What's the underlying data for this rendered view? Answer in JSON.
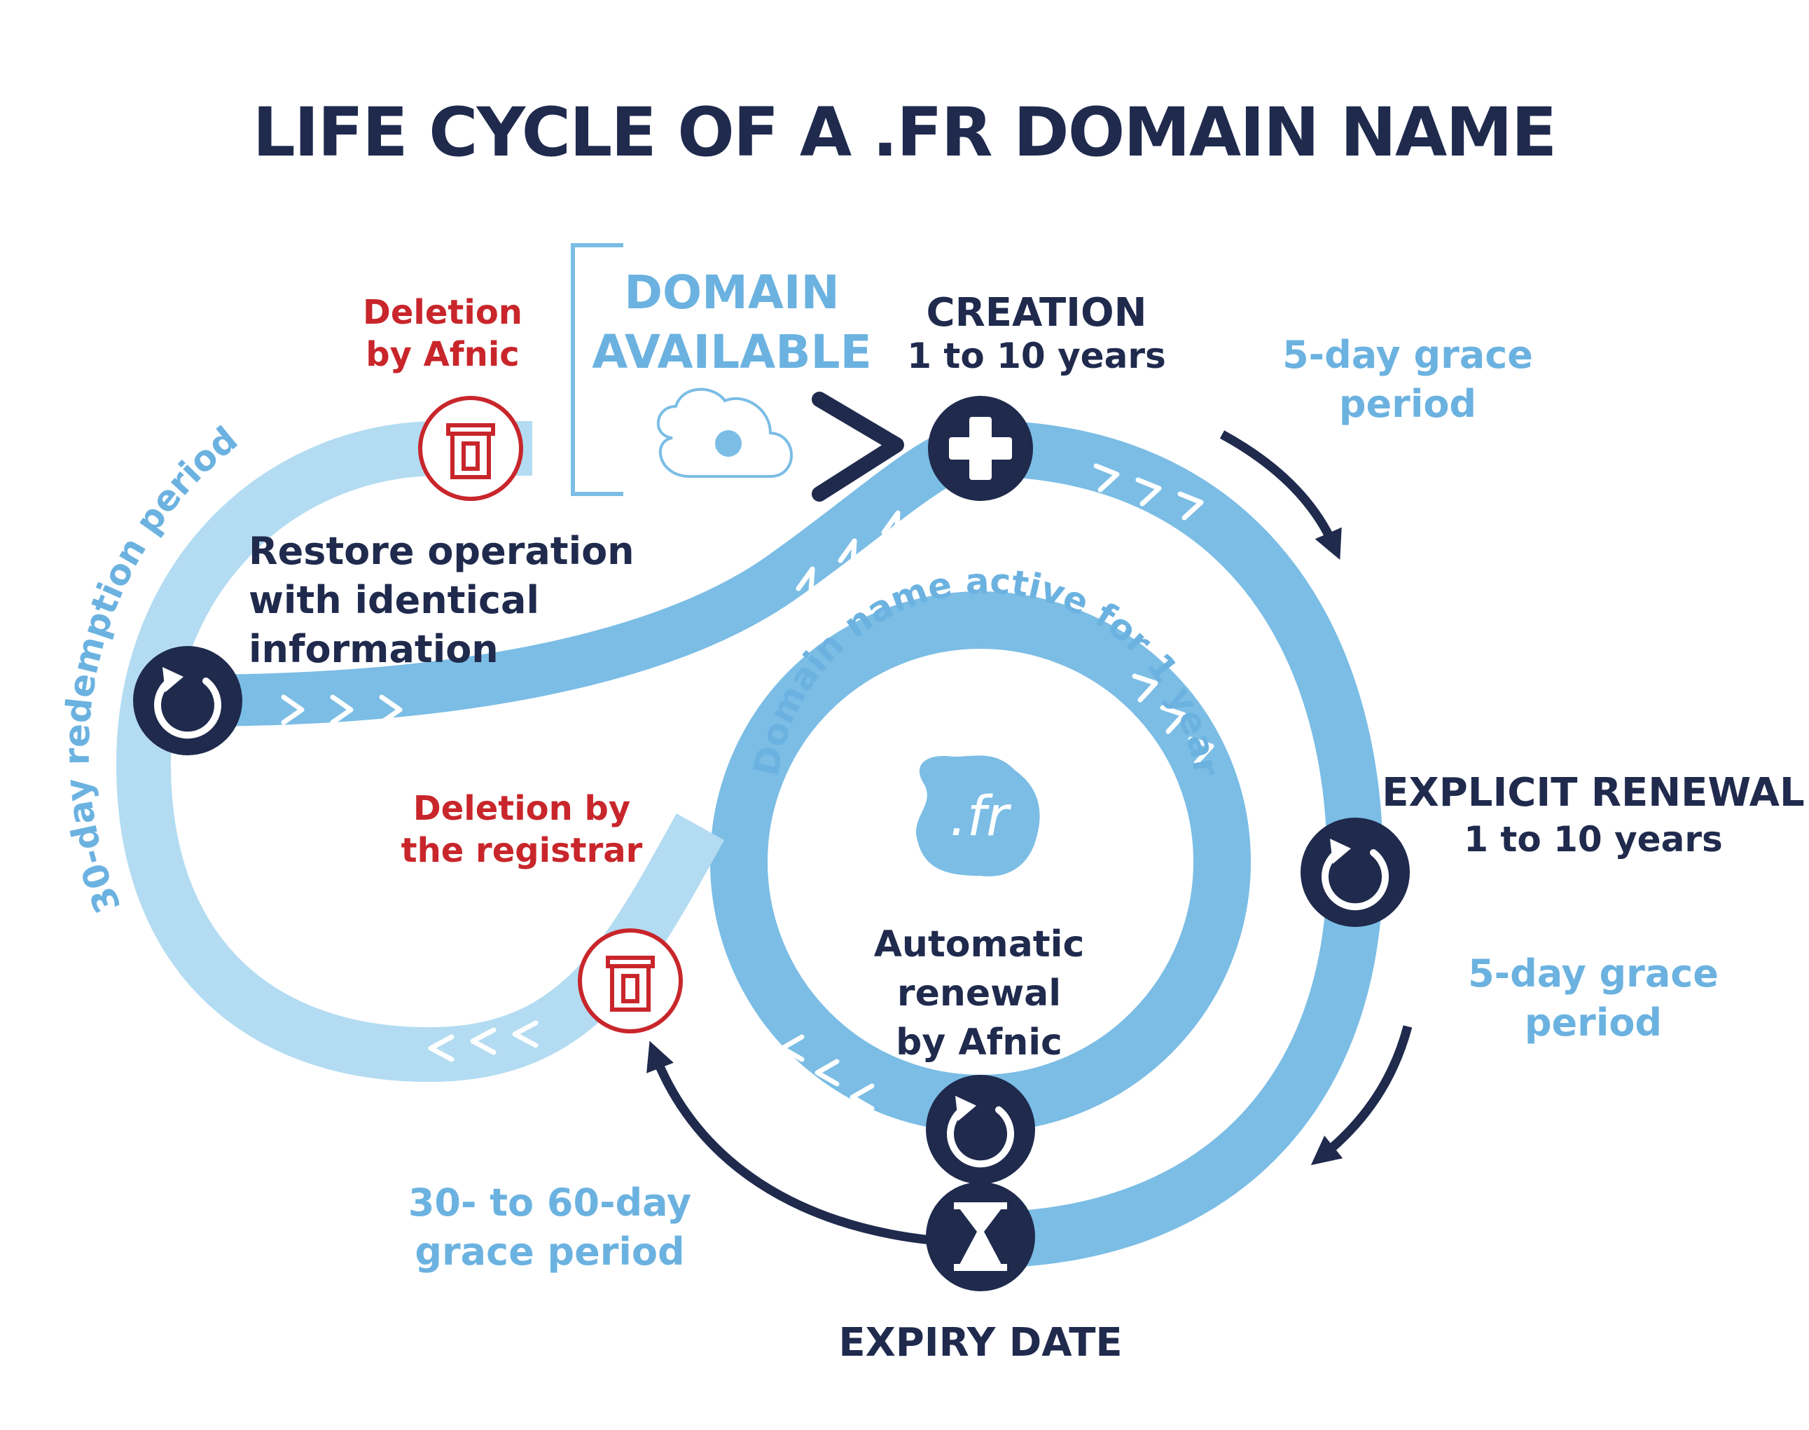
{
  "title": "LIFE CYCLE OF A .FR DOMAIN NAME",
  "domain_available": {
    "line1": "DOMAIN",
    "line2": "AVAILABLE"
  },
  "creation": {
    "label": "CREATION",
    "duration": "1 to 10 years"
  },
  "grace_period_after_creation": {
    "line1": "5-day grace",
    "line2": "period"
  },
  "explicit_renewal": {
    "label": "EXPLICIT RENEWAL",
    "duration": "1 to 10 years"
  },
  "grace_period_after_renewal": {
    "line1": "5-day grace",
    "line2": "period"
  },
  "expiry": {
    "label": "EXPIRY DATE"
  },
  "grace_period_expiry": {
    "line1": "30- to 60-day",
    "line2": "grace period"
  },
  "deletion_by_registrar": {
    "line1": "Deletion by",
    "line2": "the registrar"
  },
  "deletion_by_afnic": {
    "line1": "Deletion",
    "line2": "by Afnic"
  },
  "restore_operation": {
    "line1": "Restore operation",
    "line2": "with identical",
    "line3": "information"
  },
  "redemption_period": "30-day redemption period",
  "active_loop": "Domain name active for 1 year",
  "automatic_renewal": {
    "line1": "Automatic",
    "line2": "renewal",
    "line3": "by Afnic"
  },
  "fr_logo": ".fr",
  "colors": {
    "navy": "#1f2a4d",
    "sky": "#7bbde5",
    "sky_light": "#b3dcf2",
    "red": "#c8262b",
    "text_sky": "#6bb2e0"
  },
  "icons": {
    "creation": "plus-icon",
    "restore": "refresh-icon",
    "explicit_renewal": "refresh-icon",
    "automatic_renewal": "refresh-icon",
    "expiry": "hourglass-icon",
    "deletion": "trash-icon",
    "domain_available": "cloud-icon"
  }
}
